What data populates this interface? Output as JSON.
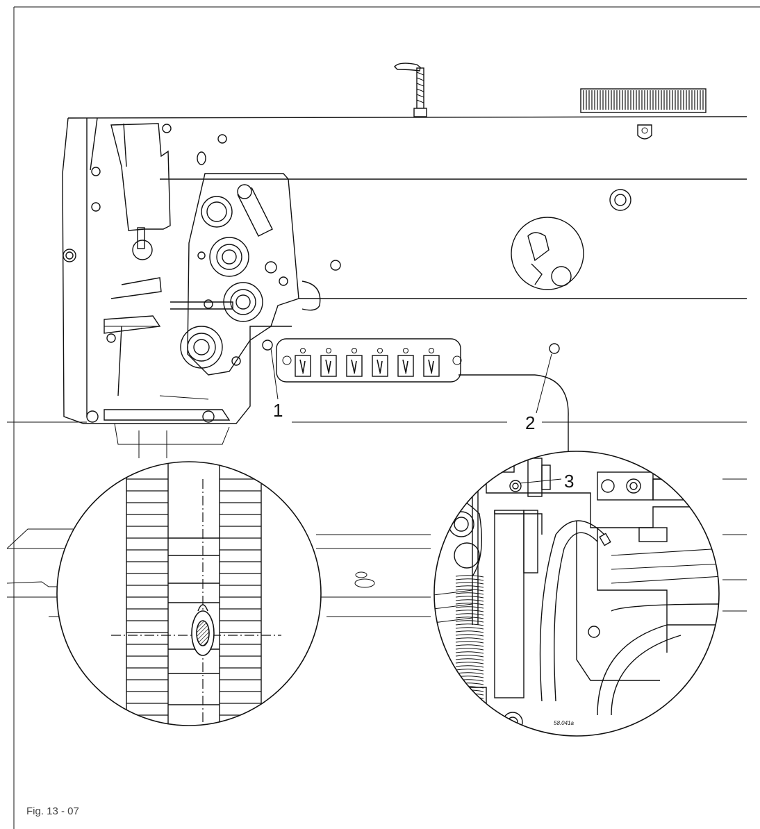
{
  "figure": {
    "caption": "Fig. 13 - 07",
    "drawing_number": "58.041a",
    "callouts": {
      "one": "1",
      "two": "2",
      "three": "3"
    }
  }
}
